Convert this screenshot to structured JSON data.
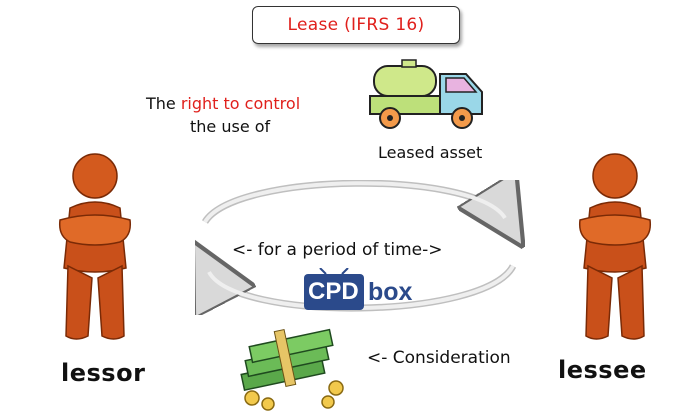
{
  "title": "Lease (IFRS 16)",
  "statement": {
    "prefix": "The ",
    "highlight": "right to control",
    "line2": "the use of"
  },
  "asset_label": "Leased asset",
  "period_label": "<- for a period of time->",
  "consideration_label": "<- Consideration",
  "lessor_label": "lessor",
  "lessee_label": "lessee",
  "logo": {
    "part1": "CPD",
    "part2": "box"
  },
  "colors": {
    "accent_red": "#e0201c",
    "figure_orange": "#c9501a",
    "logo_blue": "#2b4a8b"
  }
}
